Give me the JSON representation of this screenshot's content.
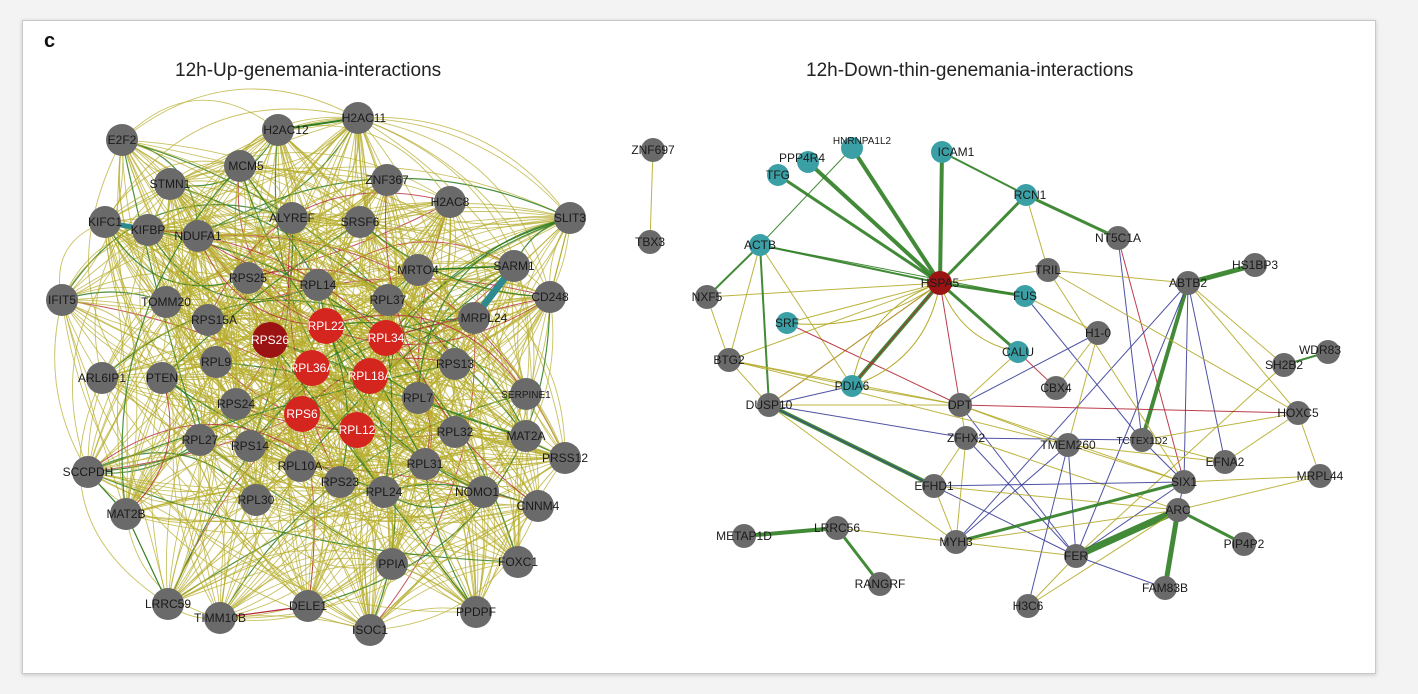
{
  "panel_letter": "c",
  "colors": {
    "node_gray": "#6a6a6a",
    "node_red": "#d4251f",
    "node_darkred": "#9b1413",
    "node_teal": "#3aa0a6",
    "edge_olive": "#b5ac2b",
    "edge_green": "#2e7d22",
    "edge_navy": "#3b3f9a",
    "edge_crimson": "#b5283a",
    "edge_teal": "#2d8a8f"
  },
  "networks": [
    {
      "title": "12h-Up-genemania-interactions",
      "nodes": [
        {
          "id": "H2AC11",
          "c": "gray"
        },
        {
          "id": "H2AC12",
          "c": "gray"
        },
        {
          "id": "E2F2",
          "c": "gray"
        },
        {
          "id": "MCM5",
          "c": "gray"
        },
        {
          "id": "STMN1",
          "c": "gray"
        },
        {
          "id": "ZNF367",
          "c": "gray"
        },
        {
          "id": "H2AC8",
          "c": "gray"
        },
        {
          "id": "SLIT3",
          "c": "gray"
        },
        {
          "id": "KIFC1",
          "c": "gray"
        },
        {
          "id": "KIFBP",
          "c": "gray"
        },
        {
          "id": "NDUFA1",
          "c": "gray"
        },
        {
          "id": "ALYREF",
          "c": "gray"
        },
        {
          "id": "SRSF6",
          "c": "gray"
        },
        {
          "id": "SARM1",
          "c": "gray"
        },
        {
          "id": "CD248",
          "c": "gray"
        },
        {
          "id": "MRTO4",
          "c": "gray"
        },
        {
          "id": "IFIT5",
          "c": "gray"
        },
        {
          "id": "TOMM20",
          "c": "gray"
        },
        {
          "id": "RPS25",
          "c": "gray"
        },
        {
          "id": "RPL14",
          "c": "gray"
        },
        {
          "id": "RPL37",
          "c": "gray"
        },
        {
          "id": "MRPL24",
          "c": "gray"
        },
        {
          "id": "RPS15A",
          "c": "gray"
        },
        {
          "id": "RPS26",
          "c": "darkred"
        },
        {
          "id": "RPL22",
          "c": "red"
        },
        {
          "id": "RPL34",
          "c": "red"
        },
        {
          "id": "RPL9",
          "c": "gray"
        },
        {
          "id": "RPL36A",
          "c": "red"
        },
        {
          "id": "RPL18A",
          "c": "red"
        },
        {
          "id": "RPS13",
          "c": "gray"
        },
        {
          "id": "ARL6IP1",
          "c": "gray"
        },
        {
          "id": "PTEN",
          "c": "gray"
        },
        {
          "id": "SERPINE1",
          "c": "gray"
        },
        {
          "id": "RPS24",
          "c": "gray"
        },
        {
          "id": "RPS6",
          "c": "red"
        },
        {
          "id": "RPL12",
          "c": "red"
        },
        {
          "id": "RPL7",
          "c": "gray"
        },
        {
          "id": "RPL32",
          "c": "gray"
        },
        {
          "id": "MAT2A",
          "c": "gray"
        },
        {
          "id": "RPL27",
          "c": "gray"
        },
        {
          "id": "RPS14",
          "c": "gray"
        },
        {
          "id": "PRSS12",
          "c": "gray"
        },
        {
          "id": "SCCPDH",
          "c": "gray"
        },
        {
          "id": "RPL10A",
          "c": "gray"
        },
        {
          "id": "RPS23",
          "c": "gray"
        },
        {
          "id": "RPL31",
          "c": "gray"
        },
        {
          "id": "RPL30",
          "c": "gray"
        },
        {
          "id": "RPL24",
          "c": "gray"
        },
        {
          "id": "NOMO1",
          "c": "gray"
        },
        {
          "id": "CNNM4",
          "c": "gray"
        },
        {
          "id": "MAT2B",
          "c": "gray"
        },
        {
          "id": "FOXC1",
          "c": "gray"
        },
        {
          "id": "PPIA",
          "c": "gray"
        },
        {
          "id": "LRRC59",
          "c": "gray"
        },
        {
          "id": "TIMM10B",
          "c": "gray"
        },
        {
          "id": "DELE1",
          "c": "gray"
        },
        {
          "id": "ISOC1",
          "c": "gray"
        },
        {
          "id": "PPDPF",
          "c": "gray"
        }
      ]
    },
    {
      "title": "12h-Down-thin-genemania-interactions",
      "nodes": [
        {
          "id": "ZNF697",
          "c": "gray"
        },
        {
          "id": "TBX3",
          "c": "gray"
        },
        {
          "id": "HNRNPA1L2",
          "c": "teal"
        },
        {
          "id": "ICAM1",
          "c": "teal"
        },
        {
          "id": "PPP4R4",
          "c": "teal"
        },
        {
          "id": "TFG",
          "c": "teal"
        },
        {
          "id": "RCN1",
          "c": "teal"
        },
        {
          "id": "NT5C1A",
          "c": "gray"
        },
        {
          "id": "ACTB",
          "c": "teal"
        },
        {
          "id": "TRIL",
          "c": "gray"
        },
        {
          "id": "HS1BP3",
          "c": "gray"
        },
        {
          "id": "HSPA5",
          "c": "darkred"
        },
        {
          "id": "ABTB2",
          "c": "gray"
        },
        {
          "id": "FUS",
          "c": "teal"
        },
        {
          "id": "NXF5",
          "c": "gray"
        },
        {
          "id": "SRF",
          "c": "teal"
        },
        {
          "id": "H1-0",
          "c": "gray"
        },
        {
          "id": "CALU",
          "c": "teal"
        },
        {
          "id": "WDR83",
          "c": "gray"
        },
        {
          "id": "SH2B2",
          "c": "gray"
        },
        {
          "id": "BTG2",
          "c": "gray"
        },
        {
          "id": "CBX4",
          "c": "gray"
        },
        {
          "id": "PDIA6",
          "c": "teal"
        },
        {
          "id": "DUSP10",
          "c": "gray"
        },
        {
          "id": "DPT",
          "c": "gray"
        },
        {
          "id": "HOXC5",
          "c": "gray"
        },
        {
          "id": "ZFHX2",
          "c": "gray"
        },
        {
          "id": "TMEM260",
          "c": "gray"
        },
        {
          "id": "TCTEX1D2",
          "c": "gray"
        },
        {
          "id": "EFNA2",
          "c": "gray"
        },
        {
          "id": "MRPL44",
          "c": "gray"
        },
        {
          "id": "SIX1",
          "c": "gray"
        },
        {
          "id": "EFHD1",
          "c": "gray"
        },
        {
          "id": "ARC",
          "c": "gray"
        },
        {
          "id": "METAP1D",
          "c": "gray"
        },
        {
          "id": "LRRC56",
          "c": "gray"
        },
        {
          "id": "MYH3",
          "c": "gray"
        },
        {
          "id": "FER",
          "c": "gray"
        },
        {
          "id": "PIP4P2",
          "c": "gray"
        },
        {
          "id": "FAM83B",
          "c": "gray"
        },
        {
          "id": "RANGRF",
          "c": "gray"
        },
        {
          "id": "H3C6",
          "c": "gray"
        }
      ],
      "edges": [
        [
          "HSPA5",
          "HNRNPA1L2",
          "green",
          4
        ],
        [
          "HSPA5",
          "PPP4R4",
          "green",
          4
        ],
        [
          "HSPA5",
          "TFG",
          "green",
          3
        ],
        [
          "HSPA5",
          "ICAM1",
          "green",
          4
        ],
        [
          "HSPA5",
          "RCN1",
          "green",
          3
        ],
        [
          "HSPA5",
          "ACTB",
          "green",
          2
        ],
        [
          "HSPA5",
          "FUS",
          "green",
          3
        ],
        [
          "HSPA5",
          "CALU",
          "green",
          3
        ],
        [
          "HSPA5",
          "PDIA6",
          "green",
          4
        ],
        [
          "HSPA5",
          "NXF5",
          "olive",
          1
        ],
        [
          "HSPA5",
          "TRIL",
          "olive",
          1
        ],
        [
          "HSPA5",
          "SRF",
          "olive",
          1
        ],
        [
          "HSPA5",
          "BTG2",
          "olive",
          1
        ],
        [
          "HSPA5",
          "DUSP10",
          "crimson",
          1
        ],
        [
          "HSPA5",
          "DPT",
          "crimson",
          1
        ],
        [
          "HSPA5",
          "PDIA6",
          "crimson",
          1
        ],
        [
          "HSPA5",
          "DUSP10",
          "olive",
          1
        ],
        [
          "RCN1",
          "NT5C1A",
          "green",
          3
        ],
        [
          "RCN1",
          "ICAM1",
          "green",
          2
        ],
        [
          "RCN1",
          "TRIL",
          "olive",
          1
        ],
        [
          "ACTB",
          "NXF5",
          "green",
          2
        ],
        [
          "ACTB",
          "DUSP10",
          "green",
          2
        ],
        [
          "ACTB",
          "BTG2",
          "olive",
          1
        ],
        [
          "ACTB",
          "HNRNPA1L2",
          "green",
          1
        ],
        [
          "ACTB",
          "FUS",
          "green",
          1
        ],
        [
          "ACTB",
          "PDIA6",
          "olive",
          1
        ],
        [
          "NT5C1A",
          "SIX1",
          "crimson",
          1
        ],
        [
          "NT5C1A",
          "TCTEX1D2",
          "navy",
          1
        ],
        [
          "ABTB2",
          "HS1BP3",
          "green",
          5
        ],
        [
          "ABTB2",
          "TCTEX1D2",
          "green",
          4
        ],
        [
          "ABTB2",
          "SH2B2",
          "olive",
          1
        ],
        [
          "ABTB2",
          "HOXC5",
          "olive",
          1
        ],
        [
          "ABTB2",
          "EFNA2",
          "navy",
          1
        ],
        [
          "ABTB2",
          "SIX1",
          "navy",
          1
        ],
        [
          "ABTB2",
          "MYH3",
          "navy",
          1
        ],
        [
          "ABTB2",
          "FER",
          "navy",
          1
        ],
        [
          "ABTB2",
          "TRIL",
          "olive",
          1
        ],
        [
          "SH2B2",
          "WDR83",
          "green",
          2
        ],
        [
          "SH2B2",
          "FER",
          "olive",
          1
        ],
        [
          "FUS",
          "TCTEX1D2",
          "navy",
          1
        ],
        [
          "FUS",
          "H1-0",
          "olive",
          1
        ],
        [
          "H1-0",
          "CBX4",
          "olive",
          1
        ],
        [
          "H1-0",
          "DPT",
          "navy",
          1
        ],
        [
          "H1-0",
          "TMEM260",
          "olive",
          1
        ],
        [
          "CALU",
          "CBX4",
          "crimson",
          1
        ],
        [
          "CALU",
          "DPT",
          "olive",
          1
        ],
        [
          "SRF",
          "DPT",
          "crimson",
          1
        ],
        [
          "DUSP10",
          "EFHD1",
          "green",
          4
        ],
        [
          "DUSP10",
          "BTG2",
          "olive",
          1
        ],
        [
          "DUSP10",
          "DPT",
          "olive",
          1
        ],
        [
          "DUSP10",
          "ZFHX2",
          "navy",
          1
        ],
        [
          "DUSP10",
          "MYH3",
          "olive",
          1
        ],
        [
          "DUSP10",
          "PDIA6",
          "navy",
          1
        ],
        [
          "DUSP10",
          "FER",
          "navy",
          1
        ],
        [
          "DPT",
          "HOXC5",
          "crimson",
          1
        ],
        [
          "DPT",
          "ZFHX2",
          "olive",
          1
        ],
        [
          "DPT",
          "FER",
          "navy",
          1
        ],
        [
          "DPT",
          "TMEM260",
          "olive",
          1
        ],
        [
          "DPT",
          "SIX1",
          "olive",
          1
        ],
        [
          "ZFHX2",
          "EFHD1",
          "olive",
          1
        ],
        [
          "ZFHX2",
          "MYH3",
          "olive",
          1
        ],
        [
          "ZFHX2",
          "FER",
          "navy",
          1
        ],
        [
          "ZFHX2",
          "ARC",
          "olive",
          1
        ],
        [
          "ZFHX2",
          "TCTEX1D2",
          "navy",
          1
        ],
        [
          "TMEM260",
          "FER",
          "navy",
          1
        ],
        [
          "TMEM260",
          "MYH3",
          "navy",
          1
        ],
        [
          "TMEM260",
          "EFNA2",
          "olive",
          1
        ],
        [
          "TMEM260",
          "SIX1",
          "olive",
          1
        ],
        [
          "TMEM260",
          "H3C6",
          "navy",
          1
        ],
        [
          "EFHD1",
          "SIX1",
          "navy",
          1
        ],
        [
          "EFHD1",
          "MYH3",
          "olive",
          1
        ],
        [
          "EFHD1",
          "ARC",
          "olive",
          1
        ],
        [
          "SIX1",
          "ARC",
          "navy",
          1
        ],
        [
          "SIX1",
          "FER",
          "navy",
          1
        ],
        [
          "SIX1",
          "MYH3",
          "green",
          3
        ],
        [
          "SIX1",
          "MRPL44",
          "olive",
          1
        ],
        [
          "SIX1",
          "TCTEX1D2",
          "navy",
          1
        ],
        [
          "ARC",
          "FER",
          "green",
          7
        ],
        [
          "ARC",
          "FAM83B",
          "green",
          5
        ],
        [
          "ARC",
          "PIP4P2",
          "green",
          3
        ],
        [
          "ARC",
          "MYH3",
          "olive",
          1
        ],
        [
          "ARC",
          "H3C6",
          "olive",
          1
        ],
        [
          "ARC",
          "MRPL44",
          "olive",
          1
        ],
        [
          "FER",
          "FAM83B",
          "navy",
          1
        ],
        [
          "FER",
          "H3C6",
          "olive",
          1
        ],
        [
          "FER",
          "MYH3",
          "olive",
          1
        ],
        [
          "METAP1D",
          "LRRC56",
          "green",
          4
        ],
        [
          "LRRC56",
          "RANGRF",
          "green",
          3
        ],
        [
          "LRRC56",
          "MYH3",
          "olive",
          1
        ],
        [
          "HOXC5",
          "MRPL44",
          "olive",
          1
        ],
        [
          "HOXC5",
          "EFNA2",
          "olive",
          1
        ],
        [
          "TCTEX1D2",
          "EFNA2",
          "olive",
          1
        ],
        [
          "TCTEX1D2",
          "HOXC5",
          "olive",
          1
        ],
        [
          "TRIL",
          "HOXC5",
          "olive",
          1
        ],
        [
          "TRIL",
          "SIX1",
          "olive",
          1
        ],
        [
          "BTG2",
          "DPT",
          "olive",
          1
        ],
        [
          "BTG2",
          "TMEM260",
          "olive",
          1
        ],
        [
          "NXF5",
          "BTG2",
          "olive",
          1
        ],
        [
          "PDIA6",
          "DPT",
          "olive",
          1
        ],
        [
          "PDIA6",
          "BTG2",
          "olive",
          1
        ],
        [
          "ZNF697",
          "TBX3",
          "olive",
          1
        ]
      ]
    }
  ]
}
